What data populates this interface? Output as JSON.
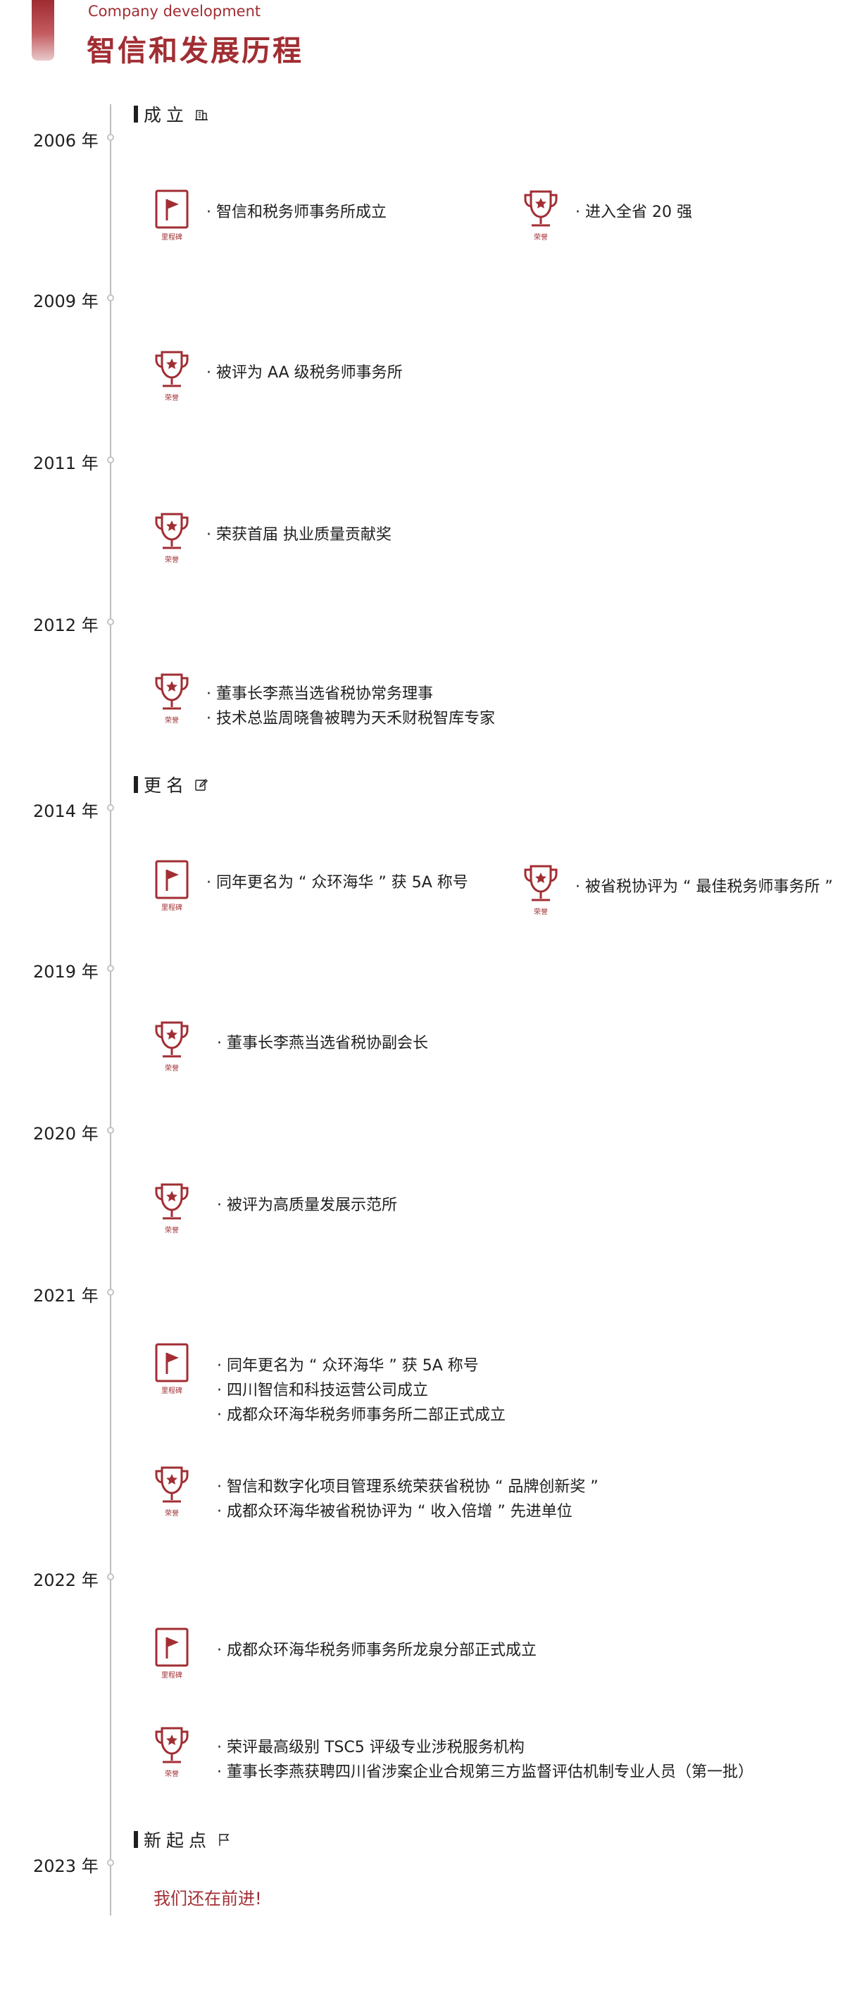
{
  "header": {
    "subtitle_en": "Company development",
    "title": "智信和发展历程"
  },
  "phases": {
    "founded": "成立",
    "renamed": "更名",
    "new_start": "新起点"
  },
  "badges": {
    "milestone": "里程碑",
    "honor": "荣誉"
  },
  "years": [
    "2006 年",
    "2009 年",
    "2011 年",
    "2012 年",
    "2014 年",
    "2019 年",
    "2020 年",
    "2021 年",
    "2022 年",
    "2023 年"
  ],
  "events": {
    "e2006a": [
      "· 智信和税务师事务所成立"
    ],
    "e2006b": [
      "· 进入全省 20 强"
    ],
    "e2009": [
      "· 被评为 AA 级税务师事务所"
    ],
    "e2011": [
      "· 荣获首届 执业质量贡献奖"
    ],
    "e2012": [
      "· 董事长李燕当选省税协常务理事",
      "· 技术总监周晓鲁被聘为天禾财税智库专家"
    ],
    "e2014a": [
      "· 同年更名为 “ 众环海华 ” 获 5A 称号"
    ],
    "e2014b": [
      "· 被省税协评为 “ 最佳税务师事务所 ”"
    ],
    "e2019": [
      "· 董事长李燕当选省税协副会长"
    ],
    "e2020": [
      "· 被评为高质量发展示范所"
    ],
    "e2021a": [
      "· 同年更名为 “ 众环海华 ” 获 5A 称号",
      "· 四川智信和科技运营公司成立",
      "· 成都众环海华税务师事务所二部正式成立"
    ],
    "e2021b": [
      "· 智信和数字化项目管理系统荣获省税协 “ 品牌创新奖 ”",
      "· 成都众环海华被省税协评为 “ 收入倍增 ” 先进单位"
    ],
    "e2022a": [
      "· 成都众环海华税务师事务所龙泉分部正式成立"
    ],
    "e2022b": [
      "· 荣评最高级别 TSC5 评级专业涉税服务机构",
      "· 董事长李燕获聘四川省涉案企业合规第三方监督评估机制专业人员（第一批）"
    ]
  },
  "slogan": "我们还在前进!",
  "colors": {
    "accent": "#a12e33",
    "axis": "#bdbdbd",
    "text": "#1f1f1f"
  },
  "icons": {
    "milestone": "flag-board-icon",
    "honor": "trophy-icon",
    "founded": "building-icon",
    "renamed": "edit-icon",
    "new_start": "flag-outline-icon"
  }
}
